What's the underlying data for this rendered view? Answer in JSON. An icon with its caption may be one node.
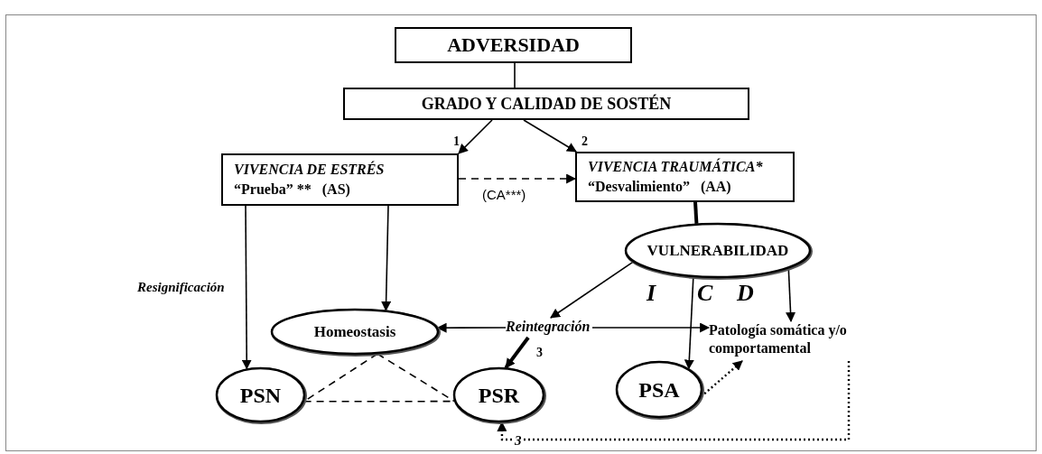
{
  "diagram": {
    "nodes": [
      {
        "text": [
          "ADVERSIDAD"
        ]
      },
      {
        "text": [
          "GRADO Y CALIDAD DE SOSTÉN"
        ]
      },
      {
        "text": [
          "VIVENCIA DE ESTRÉS",
          "“Prueba” **   (AS)"
        ]
      },
      {
        "text": [
          "VIVENCIA TRAUMÁTICA*",
          "“Desvalimiento”   (AA)"
        ]
      },
      {
        "text": [
          "VULNERABILIDAD"
        ]
      },
      {
        "text": [
          "Reintegración"
        ]
      },
      {
        "text": [
          "Homeostasis"
        ]
      },
      {
        "text": [
          "PSN"
        ]
      },
      {
        "text": [
          "PSR"
        ]
      },
      {
        "text": [
          "PSA"
        ]
      },
      {
        "text": [
          "Patología somática y/o comportamental"
        ]
      }
    ],
    "edges": [
      {
        "from": 0,
        "to": 1,
        "arrow": "none"
      },
      {
        "from": 1,
        "to": 2,
        "arrow": "to"
      },
      {
        "from": 1,
        "to": 3,
        "arrow": "to"
      },
      {
        "from": 2,
        "to": 3,
        "arrow": "to",
        "style": "dashed",
        "label": "(CA***)"
      },
      {
        "from": 3,
        "to": 4,
        "arrow": "none",
        "style": "thick"
      },
      {
        "from": 2,
        "to": 7,
        "arrow": "to",
        "label": "Resignificación"
      },
      {
        "from": 2,
        "to": 6,
        "arrow": "to"
      },
      {
        "from": 4,
        "to": 5,
        "arrow": "to"
      },
      {
        "from": 4,
        "to": 9,
        "arrow": "to"
      },
      {
        "from": 4,
        "to": 10,
        "arrow": "to"
      },
      {
        "from": 5,
        "to": 6,
        "arrow": "to"
      },
      {
        "from": 5,
        "to": 10,
        "arrow": "to"
      },
      {
        "from": 5,
        "to": 8,
        "arrow": "to",
        "style": "thick"
      },
      {
        "from": 6,
        "to": 7,
        "arrow": "none",
        "style": "dashed"
      },
      {
        "from": 6,
        "to": 8,
        "arrow": "none",
        "style": "dashed"
      },
      {
        "from": 7,
        "to": 8,
        "arrow": "none",
        "style": "dashed"
      },
      {
        "from": 9,
        "to": 10,
        "arrow": "to",
        "style": "dashed"
      },
      {
        "from": 10,
        "to": 8,
        "arrow": "to",
        "style": "dashed",
        "label": "3"
      }
    ],
    "labels": [
      "1",
      "2",
      "3",
      "I",
      "C",
      "D"
    ]
  }
}
